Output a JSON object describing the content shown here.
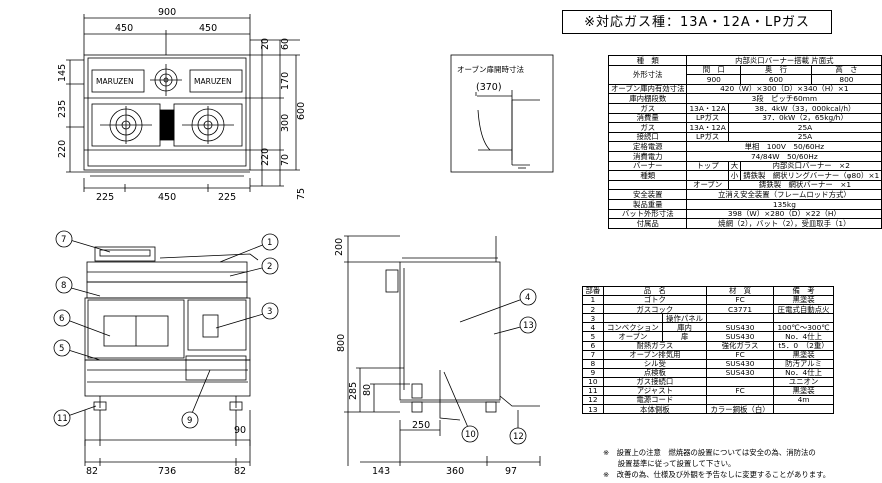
{
  "gas_header": "※対応ガス種：13A・12A・LPガス",
  "top_view": {
    "dims_top": [
      "900",
      "450",
      "450"
    ],
    "dims_bottom": [
      "225",
      "450",
      "225"
    ],
    "dims_left": [
      "145",
      "235",
      "220"
    ],
    "dims_right": [
      "20",
      "60",
      "170",
      "300",
      "600",
      "220",
      "70",
      "75"
    ],
    "brand": "MARUZEN"
  },
  "oven_open": {
    "label": "オーブン扉開時寸法",
    "dim": "(370)"
  },
  "front_view": {
    "balloons": [
      "7",
      "1",
      "2",
      "8",
      "3",
      "6",
      "5",
      "9",
      "11"
    ],
    "dims": [
      "90",
      "82",
      "736",
      "82"
    ]
  },
  "side_view": {
    "balloons": [
      "4",
      "13",
      "10",
      "12"
    ],
    "dims": [
      "200",
      "800",
      "285",
      "80",
      "250",
      "143",
      "360",
      "97"
    ]
  },
  "spec": {
    "rows": [
      {
        "label": "種　類",
        "value": "内部炎口バーナー搭載 片面式"
      },
      {
        "label": "外形寸法",
        "sub": [
          "間　口",
          "奥　行",
          "高　さ"
        ],
        "values": [
          "900",
          "600",
          "800"
        ]
      },
      {
        "label": "オーブン庫内有効寸法",
        "value": "420（W）×300（D）×340（H）×1"
      },
      {
        "label": "庫内棚段数",
        "value": "3段　ピッチ60mm"
      },
      {
        "label": "ガス",
        "kind": "13A・12A",
        "value": "38．4kW（33，000kcal/h）"
      },
      {
        "label": "消費量",
        "kind": "LPガス",
        "value": "37．0kW（2，65kg/h）"
      },
      {
        "label": "ガス",
        "kind": "13A・12A",
        "value": "25A"
      },
      {
        "label": "接続口",
        "kind": "LPガス",
        "value": "25A"
      },
      {
        "label": "定格電源",
        "value": "単相　100V　50/60Hz"
      },
      {
        "label": "消費電力",
        "value": "74/84W　50/60Hz"
      },
      {
        "label": "バーナー",
        "kind": "トップ",
        "size": "大",
        "value": "内部炎口バーナー　×2"
      },
      {
        "label": "種類",
        "kind": "",
        "size": "小",
        "value": "鋳鉄製　網状リングバーナー（φ80）×1"
      },
      {
        "label": "",
        "kind": "オーブン",
        "value": "鋳鉄製　網状バーナー　×1"
      },
      {
        "label": "安全装置",
        "value": "立消え安全装置（フレームロッド方式）"
      },
      {
        "label": "製品重量",
        "value": "135kg"
      },
      {
        "label": "バット外形寸法",
        "value": "398（W）×280（D）×22（H）"
      },
      {
        "label": "付属品",
        "value": "焼網（2），バット（2），受皿取手（1）"
      }
    ]
  },
  "parts": {
    "headers": [
      "部番",
      "品　名",
      "材　質",
      "備　考"
    ],
    "rows": [
      [
        "1",
        "ゴトク",
        "FC",
        "黒塗装"
      ],
      [
        "2",
        "ガスコック",
        "C3771",
        "圧電式自動点火"
      ],
      [
        "3",
        "",
        "操作パネル",
        "",
        ""
      ],
      [
        "4",
        "コンベクション",
        "庫内",
        "SUS430",
        "100℃〜300℃"
      ],
      [
        "5",
        "オーブン",
        "扉",
        "SUS430",
        "No．4仕上"
      ],
      [
        "6",
        "耐熱ガラス",
        "強化ガラス",
        "t5．0　（2重）"
      ],
      [
        "7",
        "オーブン排気用",
        "FC",
        "黒塗装"
      ],
      [
        "8",
        "シル受",
        "SUS430",
        "防汚アルミ"
      ],
      [
        "9",
        "点検板",
        "SUS430",
        "No．4仕上"
      ],
      [
        "10",
        "ガス接続口",
        "",
        "ユニオン"
      ],
      [
        "11",
        "アジャスト",
        "FC",
        "黒塗装"
      ],
      [
        "12",
        "電源コード",
        "",
        "4m"
      ],
      [
        "13",
        "本体側板",
        "カラー鋼板（白）",
        ""
      ]
    ]
  },
  "notes": [
    "※　設置上の注意　燃焼器の設置については安全の為、消防法の",
    "　　設置基準に従って設置して下さい。",
    "※　改善の為、仕様及び外観を予告なしに変更することがあります。"
  ]
}
